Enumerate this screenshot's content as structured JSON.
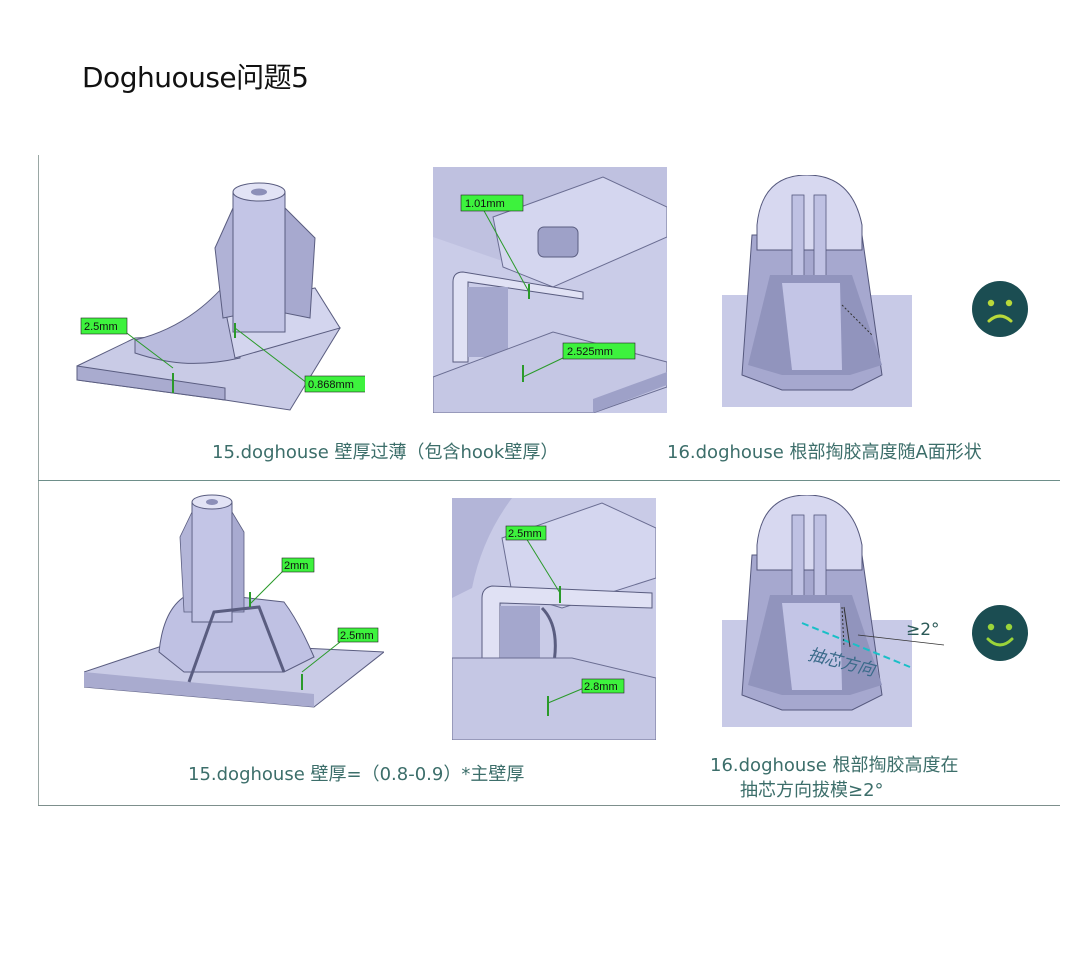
{
  "page": {
    "title": "Doghuouse问题5"
  },
  "top_row": {
    "caption_left": "15.doghouse 壁厚过薄（包含hook壁厚）",
    "caption_right": "16.doghouse 根部掏胶高度随A面形状",
    "fig1_dims": [
      "2.5mm",
      "0.868mm"
    ],
    "fig2_dims": [
      "1.01mm",
      "2.525mm"
    ],
    "status_icon": "sad-face-icon"
  },
  "bottom_row": {
    "caption_left": "15.doghouse 壁厚=（0.8-0.9）*主壁厚",
    "caption_right_line1": "16.doghouse 根部掏胶高度在",
    "caption_right_line2": "抽芯方向拔模≥2°",
    "fig1_dims": [
      "2mm",
      "2.5mm"
    ],
    "fig2_dims": [
      "2.5mm",
      "2.8mm"
    ],
    "angle_label": "≥2°",
    "direction_label": "抽芯方向",
    "status_icon": "happy-face-icon"
  },
  "colors": {
    "caption": "#3c6e6a",
    "face_bg": "#1b4d52",
    "sad_face": "#b9d93a",
    "happy_face": "#9bd43a",
    "dim_label_bg": "#3df23d",
    "model_fill": "#c5c7e3",
    "angle_line": "#19bfc7"
  }
}
